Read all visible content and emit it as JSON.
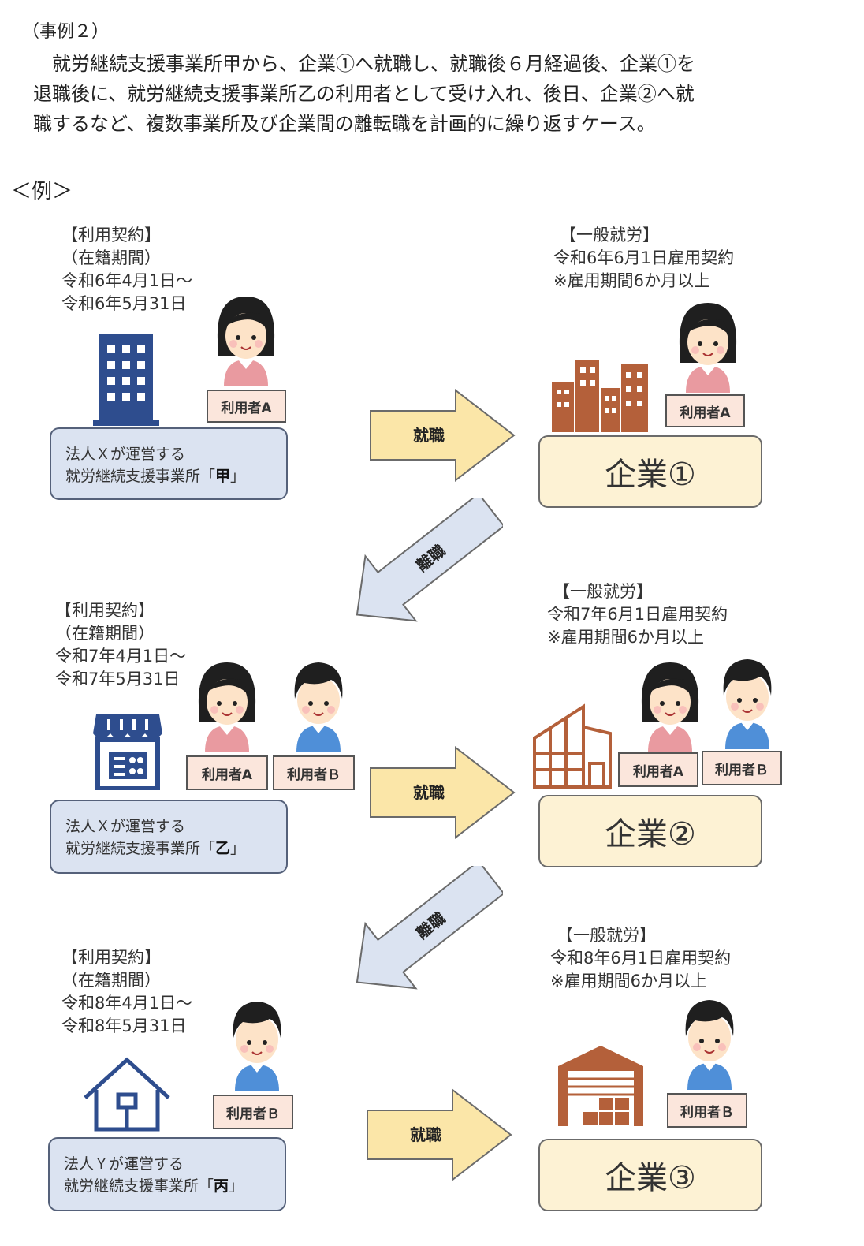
{
  "case": {
    "title": "（事例２）",
    "description_lines": [
      "就労継続支援事業所甲から、企業①へ就職し、就職後６月経過後、企業①を",
      "退職後に、就労継続支援事業所乙の利用者として受け入れ、後日、企業②へ就",
      "職するなど、複数事業所及び企業間の離転職を計画的に繰り返すケース。"
    ]
  },
  "example_label": "＜例＞",
  "rows": [
    {
      "office": {
        "note": [
          "【利用契約】",
          "（在籍期間）",
          "令和6年4月1日～",
          "令和6年5月31日"
        ],
        "operator": "法人Ｘが運営する",
        "facility_prefix": "就労継続支援事業所「",
        "facility_name": "甲",
        "facility_suffix": "」",
        "users": [
          "利用者A"
        ]
      },
      "arrow_label": "就職",
      "company": {
        "note": [
          "【一般就労】",
          "令和6年6月1日雇用契約",
          "※雇用期間6か月以上"
        ],
        "name": "企業①",
        "users": [
          "利用者A"
        ]
      }
    },
    {
      "office": {
        "note": [
          "【利用契約】",
          "（在籍期間）",
          "令和7年4月1日～",
          "令和7年5月31日"
        ],
        "operator": "法人Ｘが運営する",
        "facility_prefix": "就労継続支援事業所「",
        "facility_name": "乙",
        "facility_suffix": "」",
        "users": [
          "利用者A",
          "利用者Ｂ"
        ]
      },
      "arrow_label": "就職",
      "company": {
        "note": [
          "【一般就労】",
          "令和7年6月1日雇用契約",
          "※雇用期間6か月以上"
        ],
        "name": "企業②",
        "users": [
          "利用者A",
          "利用者Ｂ"
        ]
      }
    },
    {
      "office": {
        "note": [
          "【利用契約】",
          "（在籍期間）",
          "令和8年4月1日～",
          "令和8年5月31日"
        ],
        "operator": "法人Ｙが運営する",
        "facility_prefix": "就労継続支援事業所「",
        "facility_name": "丙",
        "facility_suffix": "」",
        "users": [
          "利用者Ｂ"
        ]
      },
      "arrow_label": "就職",
      "company": {
        "note": [
          "【一般就労】",
          "令和8年6月1日雇用契約",
          "※雇用期間6か月以上"
        ],
        "name": "企業③",
        "users": [
          "利用者Ｂ"
        ]
      }
    }
  ],
  "transitions": [
    "離職",
    "離職"
  ],
  "colors": {
    "office_box": "#dbe3f1",
    "company_box": "#fdf2d4",
    "right_arrow": "#fbe6a8",
    "diagonal_arrow": "#dbe3f1",
    "navy_building": "#2e4d8e",
    "brown_building": "#b4603a",
    "user_tag": "#fbe6dc",
    "female_shirt": "#e99aa0",
    "male_shirt": "#4f8fd8"
  },
  "icons": [
    "office-building-icon",
    "company-buildings-icon",
    "shop-icon",
    "factory-icon",
    "house-icon",
    "warehouse-icon",
    "female-user-icon",
    "male-user-icon"
  ]
}
